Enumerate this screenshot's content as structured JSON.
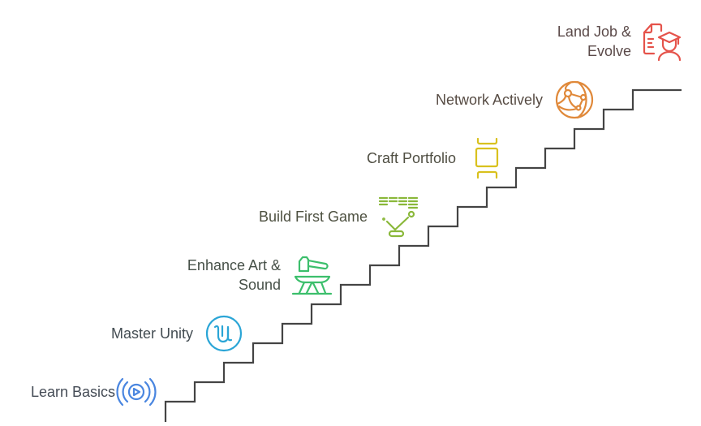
{
  "diagram": {
    "type": "staircase-roadmap",
    "stair_color": "#444444"
  },
  "steps": [
    {
      "lines": [
        "Learn Basics"
      ],
      "icon": "play-broadcast-icon",
      "color": "#4a86e0",
      "text_color": "#444b55"
    },
    {
      "lines": [
        "Master Unity"
      ],
      "icon": "unity-engine-icon",
      "color": "#2aa5d6",
      "text_color": "#434c52"
    },
    {
      "lines": [
        "Enhance Art &",
        "Sound"
      ],
      "icon": "hammer-anvil-icon",
      "color": "#3cbf6c",
      "text_color": "#465048"
    },
    {
      "lines": [
        "Build First Game"
      ],
      "icon": "breakout-game-icon",
      "color": "#8ab83a",
      "text_color": "#4d5040"
    },
    {
      "lines": [
        "Craft Portfolio"
      ],
      "icon": "portfolio-frames-icon",
      "color": "#d9c11e",
      "text_color": "#4f4e42"
    },
    {
      "lines": [
        "Network Actively"
      ],
      "icon": "network-globe-icon",
      "color": "#e0893a",
      "text_color": "#574c44"
    },
    {
      "lines": [
        "Land Job &",
        "Evolve"
      ],
      "icon": "document-graduate-icon",
      "color": "#e5534b",
      "text_color": "#5b4a49"
    }
  ]
}
